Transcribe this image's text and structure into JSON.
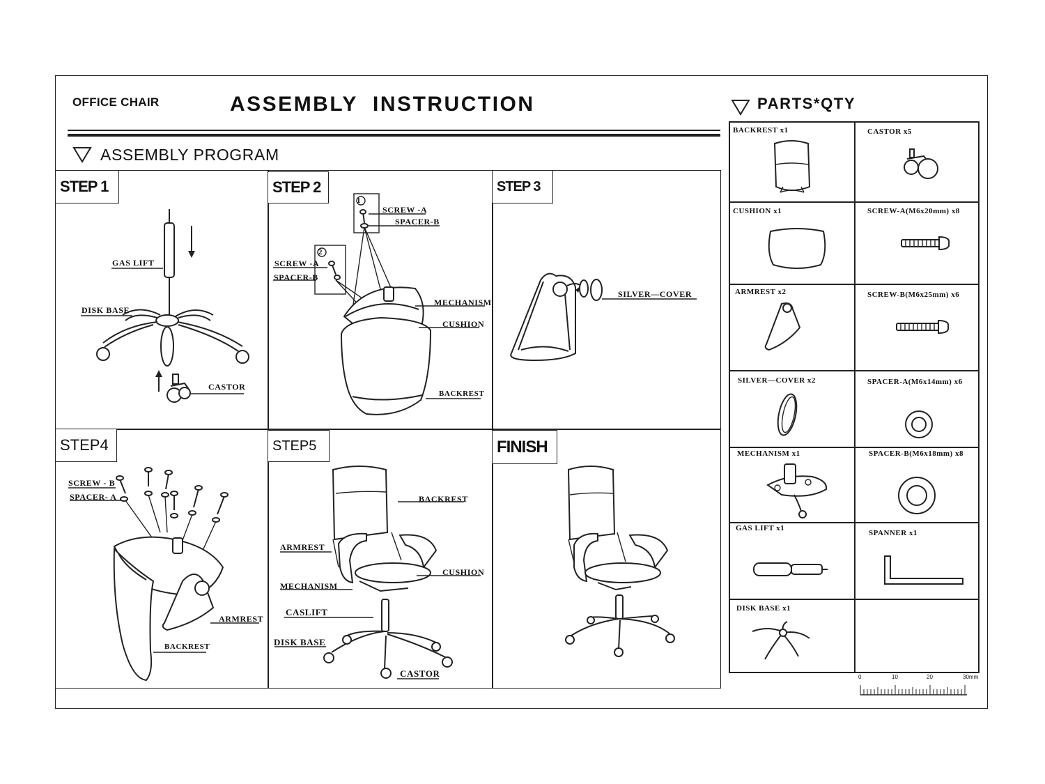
{
  "header": {
    "product": "OFFICE CHAIR",
    "title": "ASSEMBLY  INSTRUCTION",
    "program_title": "ASSEMBLY PROGRAM",
    "parts_title": "PARTS*QTY"
  },
  "steps": [
    {
      "label": "STEP 1",
      "callouts": {
        "gas_lift": "GAS LIFT",
        "disk_base": "DISK BASE",
        "castor": "CASTOR"
      }
    },
    {
      "label": "STEP 2",
      "callouts": {
        "num1": "1",
        "screw_a_1": "SCREW -A",
        "spacer_b_1": "SPACER-B",
        "num2": "2",
        "screw_a_2": "SCREW -A",
        "spacer_b_2": "SPACER-B",
        "mechanism": "MECHANISM",
        "cushion": "CUSHION",
        "backrest": "BACKREST"
      }
    },
    {
      "label": "STEP 3",
      "callouts": {
        "silver_cover": "SILVER—COVER"
      }
    },
    {
      "label": "STEP4",
      "callouts": {
        "screw_b": "SCREW - B",
        "spacer_a": "SPACER- A",
        "armrest": "ARMREST",
        "backrest": "BACKREST"
      }
    },
    {
      "label": "STEP5",
      "callouts": {
        "backrest": "BACKREST",
        "armrest": "ARMREST",
        "cushion": "CUSHION",
        "mechanism": "MECHANISM",
        "caslift": "CASLIFT",
        "disk_base": "DISK BASE",
        "castor": "CASTOR"
      }
    },
    {
      "label": "FINISH",
      "callouts": {}
    }
  ],
  "parts": [
    {
      "label": "BACKREST  x1",
      "icon": "backrest-icon"
    },
    {
      "label": "CASTOR  x5",
      "icon": "castor-icon"
    },
    {
      "label": "CUSHION  x1",
      "icon": "cushion-icon"
    },
    {
      "label": "SCREW-A(M6x20mm)  x8",
      "icon": "screw-a-icon"
    },
    {
      "label": "ARMREST x2",
      "icon": "armrest-icon"
    },
    {
      "label": "SCREW-B(M6x25mm)  x6",
      "icon": "screw-b-icon"
    },
    {
      "label": "SILVER—COVER  x2",
      "icon": "silver-cover-icon"
    },
    {
      "label": "SPACER-A(M6x14mm)  x6",
      "icon": "spacer-a-icon"
    },
    {
      "label": "MECHANISM  x1",
      "icon": "mechanism-icon"
    },
    {
      "label": "SPACER-B(M6x18mm)  x8",
      "icon": "spacer-b-icon"
    },
    {
      "label": "GAS LIFT   x1",
      "icon": "gas-lift-icon"
    },
    {
      "label": "SPANNER  x1",
      "icon": "spanner-icon"
    },
    {
      "label": "DISK BASE  x1",
      "icon": "disk-base-icon"
    }
  ],
  "ruler": {
    "ticks": [
      "0",
      "10",
      "20",
      "30mm"
    ]
  }
}
